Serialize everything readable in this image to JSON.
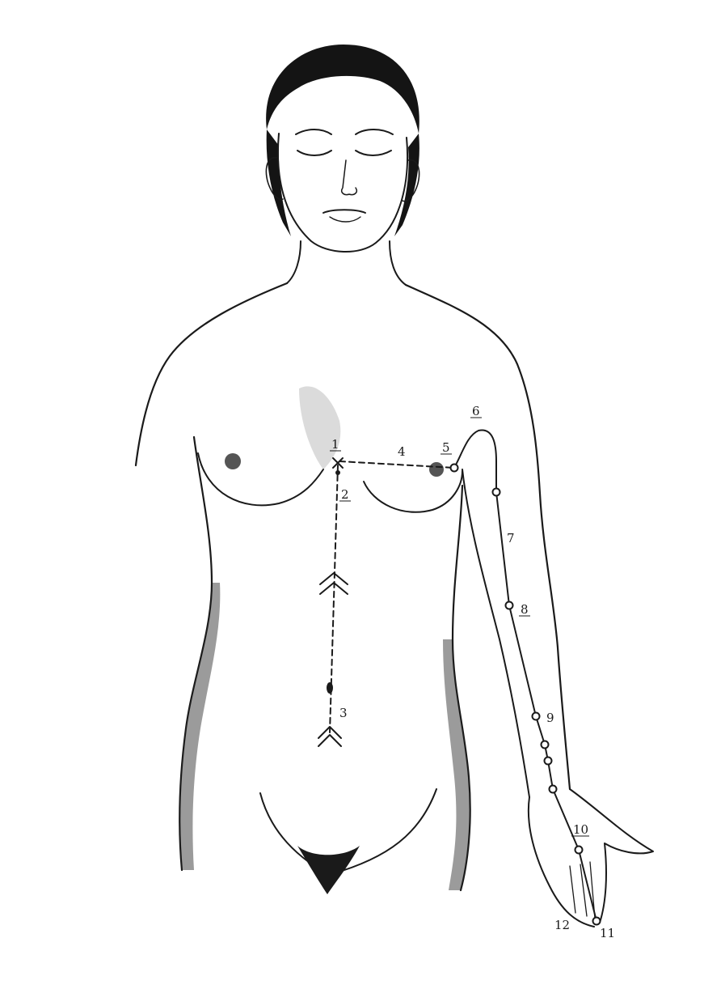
{
  "points": [
    {
      "label": "1"
    },
    {
      "label": "2"
    },
    {
      "label": "3"
    },
    {
      "label": "4"
    },
    {
      "label": "5"
    },
    {
      "label": "6"
    },
    {
      "label": "7"
    },
    {
      "label": "8"
    },
    {
      "label": "9"
    },
    {
      "label": "10"
    },
    {
      "label": "11"
    },
    {
      "label": "12"
    }
  ],
  "colors": {
    "ink": "#1a1a1a",
    "paper": "#ffffff"
  }
}
